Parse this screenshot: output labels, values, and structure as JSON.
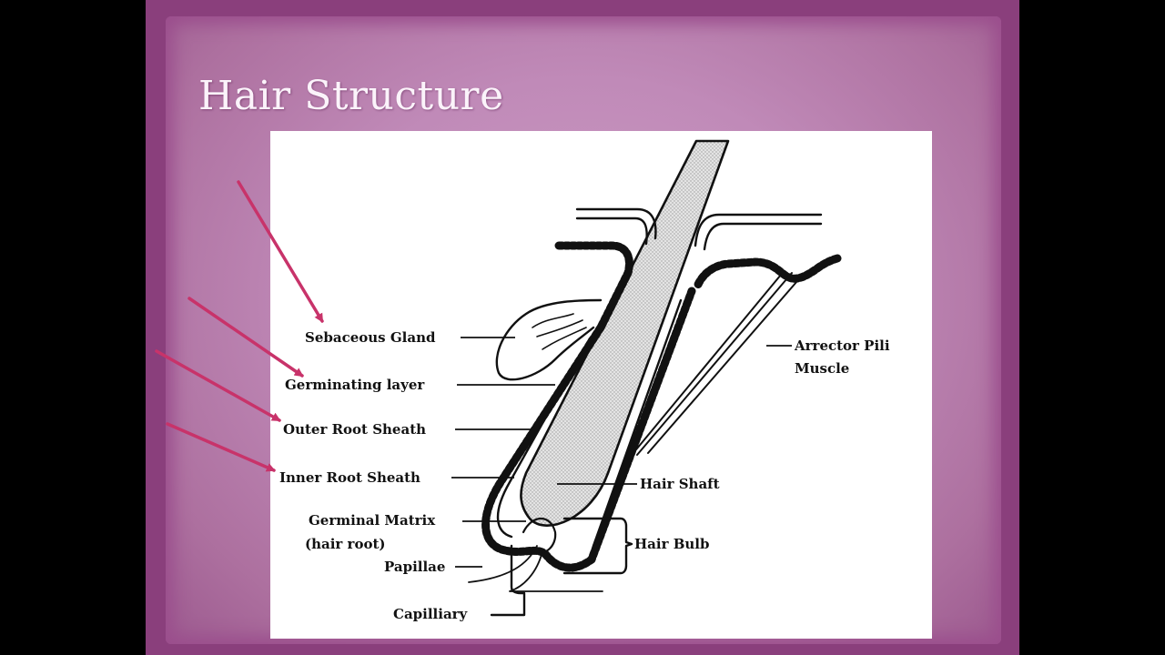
{
  "slide": {
    "title": "Hair Structure"
  },
  "diagram": {
    "labels": {
      "sebaceous_gland": "Sebaceous Gland",
      "germinating_layer": "Germinating layer",
      "outer_root_sheath": "Outer Root Sheath",
      "inner_root_sheath": "Inner Root Sheath",
      "germinal_matrix_line1": "Germinal Matrix",
      "germinal_matrix_line2": "(hair root)",
      "papillae": "Papillae",
      "capilliary": "Capilliary",
      "arrector_pili_line1": "Arrector Pili",
      "arrector_pili_line2": "Muscle",
      "hair_shaft": "Hair Shaft",
      "hair_bulb": "Hair Bulb"
    },
    "colors": {
      "arrow": "#c8336a",
      "ink": "#111111",
      "shaft_fill": "#d9d9d9"
    }
  }
}
